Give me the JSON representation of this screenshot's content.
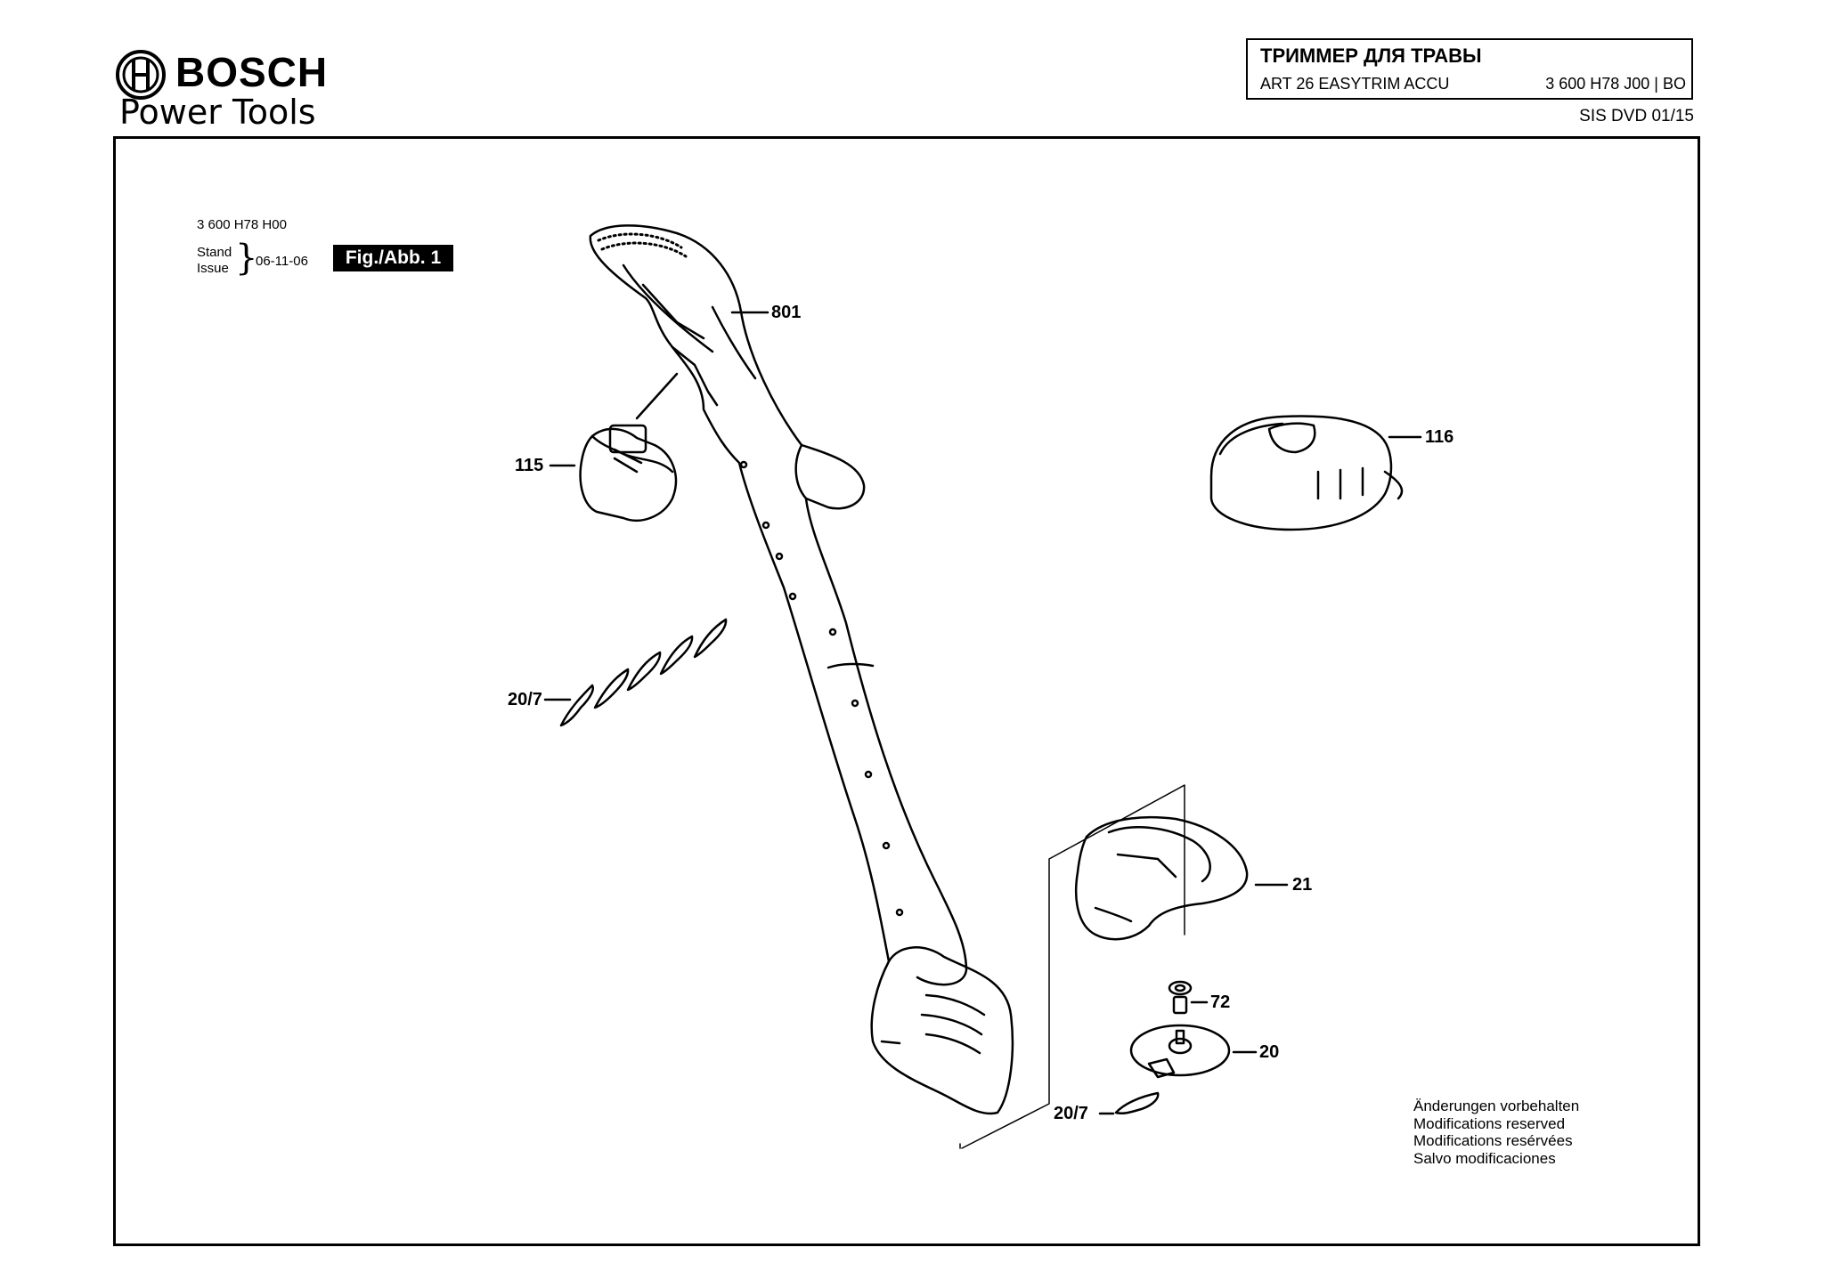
{
  "header": {
    "brand": "BOSCH",
    "brand_sub": "Power Tools",
    "title": "ТРИММЕР ДЛЯ ТРАВЫ",
    "model": "ART 26 EASYTRIM ACCU",
    "part_number": "3 600 H78 J00 | BO",
    "sis": "SIS DVD 01/15"
  },
  "meta": {
    "drawing_number": "3 600 H78 H00",
    "stand": "Stand",
    "issue": "Issue",
    "date": "06-11-06",
    "figure": "Fig./Abb. 1"
  },
  "callouts": {
    "c801": "801",
    "c115": "115",
    "c116": "116",
    "c207a": "20/7",
    "c21": "21",
    "c72": "72",
    "c20": "20",
    "c207b": "20/7"
  },
  "notes": [
    "Änderungen vorbehalten",
    "Modifications reserved",
    "Modifications resérvées",
    "Salvo modificaciones"
  ]
}
